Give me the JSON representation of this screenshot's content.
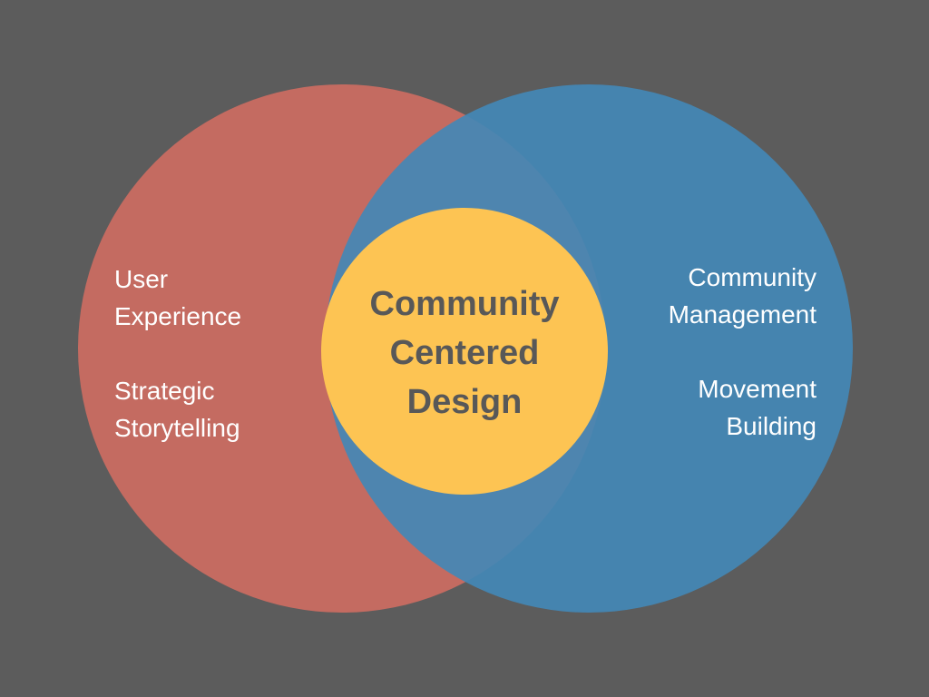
{
  "colors": {
    "background": "#5c5c5c",
    "left_circle": "#c46b61",
    "right_circle": "#4388b6",
    "center_circle": "#fdc453",
    "label_text": "#ffffff",
    "center_text": "#585858"
  },
  "left": {
    "items": [
      {
        "line1": "User",
        "line2": "Experience"
      },
      {
        "line1": "Strategic",
        "line2": "Storytelling"
      }
    ]
  },
  "right": {
    "items": [
      {
        "line1": "Community",
        "line2": "Management"
      },
      {
        "line1": "Movement",
        "line2": "Building"
      }
    ]
  },
  "center": {
    "line1": "Community",
    "line2": "Centered",
    "line3": "Design"
  }
}
